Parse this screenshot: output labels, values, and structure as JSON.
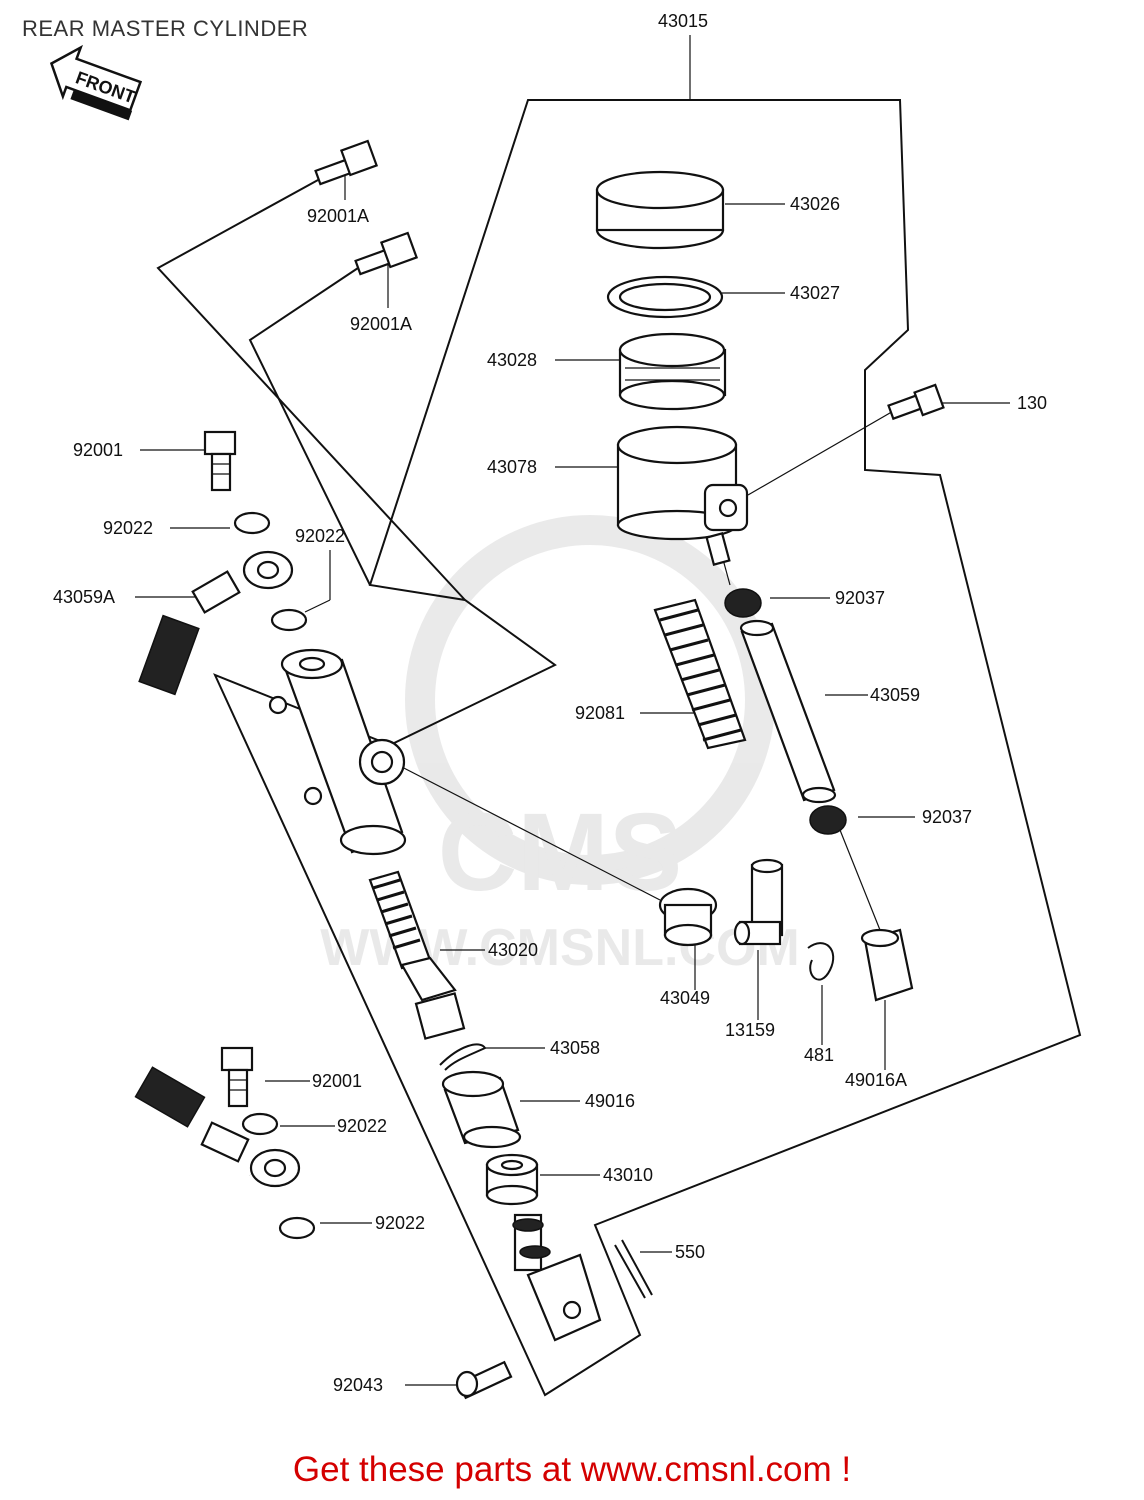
{
  "title": "REAR MASTER CYLINDER",
  "front_arrow": "FRONT",
  "cta": "Get these parts at www.cmsnl.com !",
  "watermark": {
    "brand": "CMS",
    "url": "WWW.CMSNL.COM"
  },
  "parts": [
    {
      "id": "43015"
    },
    {
      "id": "43026"
    },
    {
      "id": "43027"
    },
    {
      "id": "43028"
    },
    {
      "id": "130"
    },
    {
      "id": "43078"
    },
    {
      "id": "92001A"
    },
    {
      "id": "92001A"
    },
    {
      "id": "92001"
    },
    {
      "id": "92022"
    },
    {
      "id": "92022"
    },
    {
      "id": "43059A"
    },
    {
      "id": "92037"
    },
    {
      "id": "43059"
    },
    {
      "id": "92081"
    },
    {
      "id": "92037"
    },
    {
      "id": "43020"
    },
    {
      "id": "43049"
    },
    {
      "id": "13159"
    },
    {
      "id": "481"
    },
    {
      "id": "49016A"
    },
    {
      "id": "43058"
    },
    {
      "id": "92001"
    },
    {
      "id": "49016"
    },
    {
      "id": "92022"
    },
    {
      "id": "43010"
    },
    {
      "id": "92022"
    },
    {
      "id": "550"
    },
    {
      "id": "92043"
    }
  ]
}
